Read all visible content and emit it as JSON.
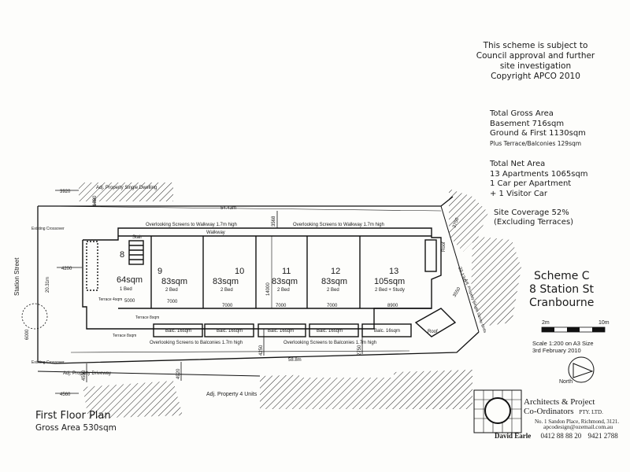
{
  "notes": [
    "This scheme is subject to",
    "Council approval and further",
    "site investigation",
    "Copyright APCO 2010"
  ],
  "areas": {
    "title": "Total Gross Area",
    "basement": "Basement 716sqm",
    "ground_first": "Ground & First 1130sqm",
    "terrace": "Plus Terrace/Balconies 129sqm"
  },
  "net": {
    "title": "Total Net Area",
    "apartments": "13 Apartments 1065sqm",
    "car": "1 Car per Apartment",
    "visitor": "+ 1 Visitor Car"
  },
  "coverage": {
    "line1": "Site Coverage 52%",
    "line2": "(Excluding Terraces)"
  },
  "scheme": {
    "name": "Scheme C",
    "address1": "8 Station St",
    "address2": "Cranbourne"
  },
  "scale": {
    "bar_left": "2m",
    "bar_right": "10m",
    "note": "Scale 1:200 on A3 Size",
    "date": "3rd February 2010"
  },
  "north": "North",
  "plan": {
    "title": "First Floor Plan",
    "gross": "Gross Area 530sqm"
  },
  "firm": {
    "line1": "Architects & Project",
    "line2": "Co-Ordinators",
    "suffix": "PTY. LTD.",
    "address": "No. 1 Sandon Place, Richmond, 3121.",
    "email": "apcodesign@ozemail.com.au",
    "name": "David Earle",
    "phone1": "0412 88 88 20",
    "phone2": "9421 2788"
  },
  "labels": {
    "station_street": "Station Street",
    "adj_single": "Adj. Property Single Dwelling",
    "adj_single_right": "Adj. Property Single Storey Units",
    "adj_driveway": "Adj. Property Driveway",
    "adj_units": "Adj. Property 4 Units",
    "existing_crossover_top": "Existing Crossover",
    "existing_crossover_bottom": "Existing Crossover",
    "overlook_walkway_left": "Overlooking Screens to Walkway 1.7m high",
    "overlook_walkway_right": "Overlooking Screens to Walkway 1.7m high",
    "walkway": "Walkway",
    "stair": "Stair",
    "roof_top": "Roof",
    "roof_bottom": "Roof",
    "terrace_a": "Terrace 4sqm",
    "terrace_b": "Terrace 8sqm",
    "terrace_c": "Terrace 8sqm",
    "overlook_balc_left": "Overlooking Screens to Balconies 1.7m high",
    "overlook_balc_right": "Overlooking Screens to Balconies 1.7m high"
  },
  "balconies": [
    "Balc. 16sqm",
    "Balc. 16sqm",
    "Balc. 16sqm",
    "Balc. 16sqm",
    "Balc. 16sqm"
  ],
  "dims": {
    "d3920": "3920",
    "d1820": "1820",
    "d54": "54.43m",
    "d3568": "3568",
    "d4200": "4200",
    "d2031": "20.31m",
    "d6000": "6000",
    "d3750": "3750",
    "d2313": "23.13m",
    "d3550": "3550",
    "d4250": "4250",
    "d2750": "2750",
    "d14000": "14000",
    "d58": "58.8m",
    "d4550a": "4550",
    "d4920": "4920",
    "d4560": "4560",
    "w5000": "5000"
  },
  "units": [
    {
      "num": "8",
      "area": "64sqm",
      "beds": "1 Bed",
      "width": ""
    },
    {
      "num": "9",
      "area": "83sqm",
      "beds": "2 Bed",
      "width": "7000"
    },
    {
      "num": "10",
      "area": "83sqm",
      "beds": "2 Bed",
      "width": "7000"
    },
    {
      "num": "11",
      "area": "83sqm",
      "beds": "2 Bed",
      "width": "7000"
    },
    {
      "num": "12",
      "area": "83sqm",
      "beds": "2 Bed",
      "width": "7000"
    },
    {
      "num": "13",
      "area": "105sqm",
      "beds": "2 Bed + Study",
      "width": "8900"
    }
  ]
}
